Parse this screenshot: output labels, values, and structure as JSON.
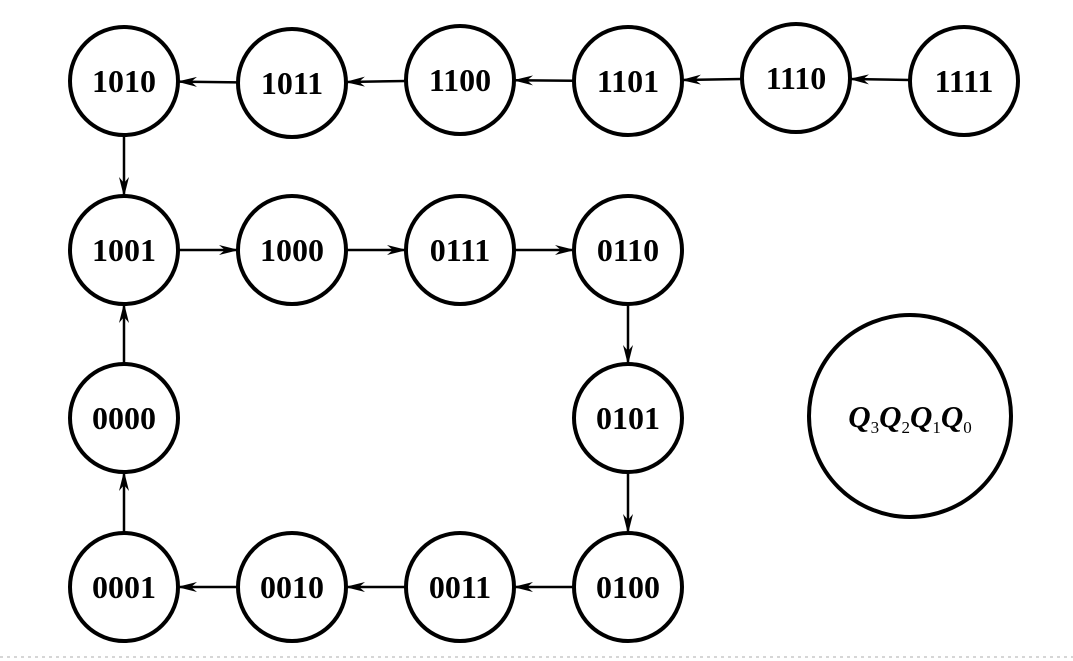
{
  "diagram": {
    "states": [
      "1111",
      "1110",
      "1101",
      "1100",
      "1011",
      "1010",
      "1001",
      "1000",
      "0111",
      "0110",
      "0101",
      "0100",
      "0011",
      "0010",
      "0001",
      "0000"
    ],
    "transitions": [
      [
        "1111",
        "1110"
      ],
      [
        "1110",
        "1101"
      ],
      [
        "1101",
        "1100"
      ],
      [
        "1100",
        "1011"
      ],
      [
        "1011",
        "1010"
      ],
      [
        "1010",
        "1001"
      ],
      [
        "1001",
        "1000"
      ],
      [
        "1000",
        "0111"
      ],
      [
        "0111",
        "0110"
      ],
      [
        "0110",
        "0101"
      ],
      [
        "0101",
        "0100"
      ],
      [
        "0100",
        "0011"
      ],
      [
        "0011",
        "0010"
      ],
      [
        "0010",
        "0001"
      ],
      [
        "0001",
        "0000"
      ],
      [
        "0000",
        "1001"
      ]
    ],
    "legend": {
      "variables": [
        {
          "symbol": "Q",
          "subscript": "3"
        },
        {
          "symbol": "Q",
          "subscript": "2"
        },
        {
          "symbol": "Q",
          "subscript": "1"
        },
        {
          "symbol": "Q",
          "subscript": "0"
        }
      ]
    },
    "colors": {
      "stroke": "#000000",
      "fill": "#ffffff"
    }
  }
}
